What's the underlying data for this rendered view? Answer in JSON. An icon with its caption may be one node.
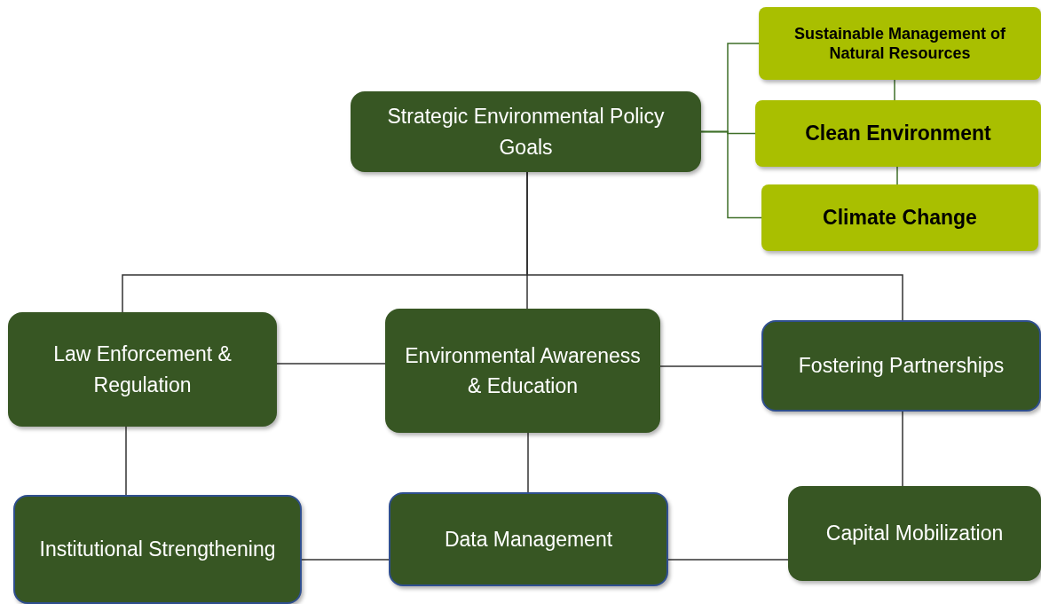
{
  "diagram": {
    "nodes": [
      {
        "text": [
          "Strategic Environmental Policy Goals"
        ]
      },
      {
        "text": [
          "Sustainable Management of Natural Resources"
        ]
      },
      {
        "text": [
          "Clean Environment"
        ]
      },
      {
        "text": [
          "Climate Change"
        ]
      },
      {
        "text": [
          "Law Enforcement & Regulation"
        ]
      },
      {
        "text": [
          "Environmental Awareness & Education"
        ]
      },
      {
        "text": [
          "Fostering Partnerships"
        ]
      },
      {
        "text": [
          "Institutional Strengthening"
        ]
      },
      {
        "text": [
          "Data Management"
        ]
      },
      {
        "text": [
          "Capital Mobilization"
        ]
      }
    ],
    "edges": [
      {
        "from": 0,
        "to": 1,
        "arrow": "none",
        "color": "#3f6f28"
      },
      {
        "from": 0,
        "to": 2,
        "arrow": "none",
        "color": "#3f6f28"
      },
      {
        "from": 0,
        "to": 3,
        "arrow": "none",
        "color": "#3f6f28"
      },
      {
        "from": 1,
        "to": 2,
        "arrow": "none",
        "color": "#3f6f28"
      },
      {
        "from": 2,
        "to": 3,
        "arrow": "none",
        "color": "#3f6f28"
      },
      {
        "from": 0,
        "to": 4,
        "arrow": "none"
      },
      {
        "from": 0,
        "to": 5,
        "arrow": "none"
      },
      {
        "from": 0,
        "to": 6,
        "arrow": "none"
      },
      {
        "from": 4,
        "to": 5,
        "arrow": "none"
      },
      {
        "from": 5,
        "to": 6,
        "arrow": "none"
      },
      {
        "from": 4,
        "to": 7,
        "arrow": "none"
      },
      {
        "from": 5,
        "to": 8,
        "arrow": "none"
      },
      {
        "from": 6,
        "to": 9,
        "arrow": "none"
      },
      {
        "from": 7,
        "to": 8,
        "arrow": "none"
      },
      {
        "from": 8,
        "to": 9,
        "arrow": "none"
      }
    ]
  }
}
